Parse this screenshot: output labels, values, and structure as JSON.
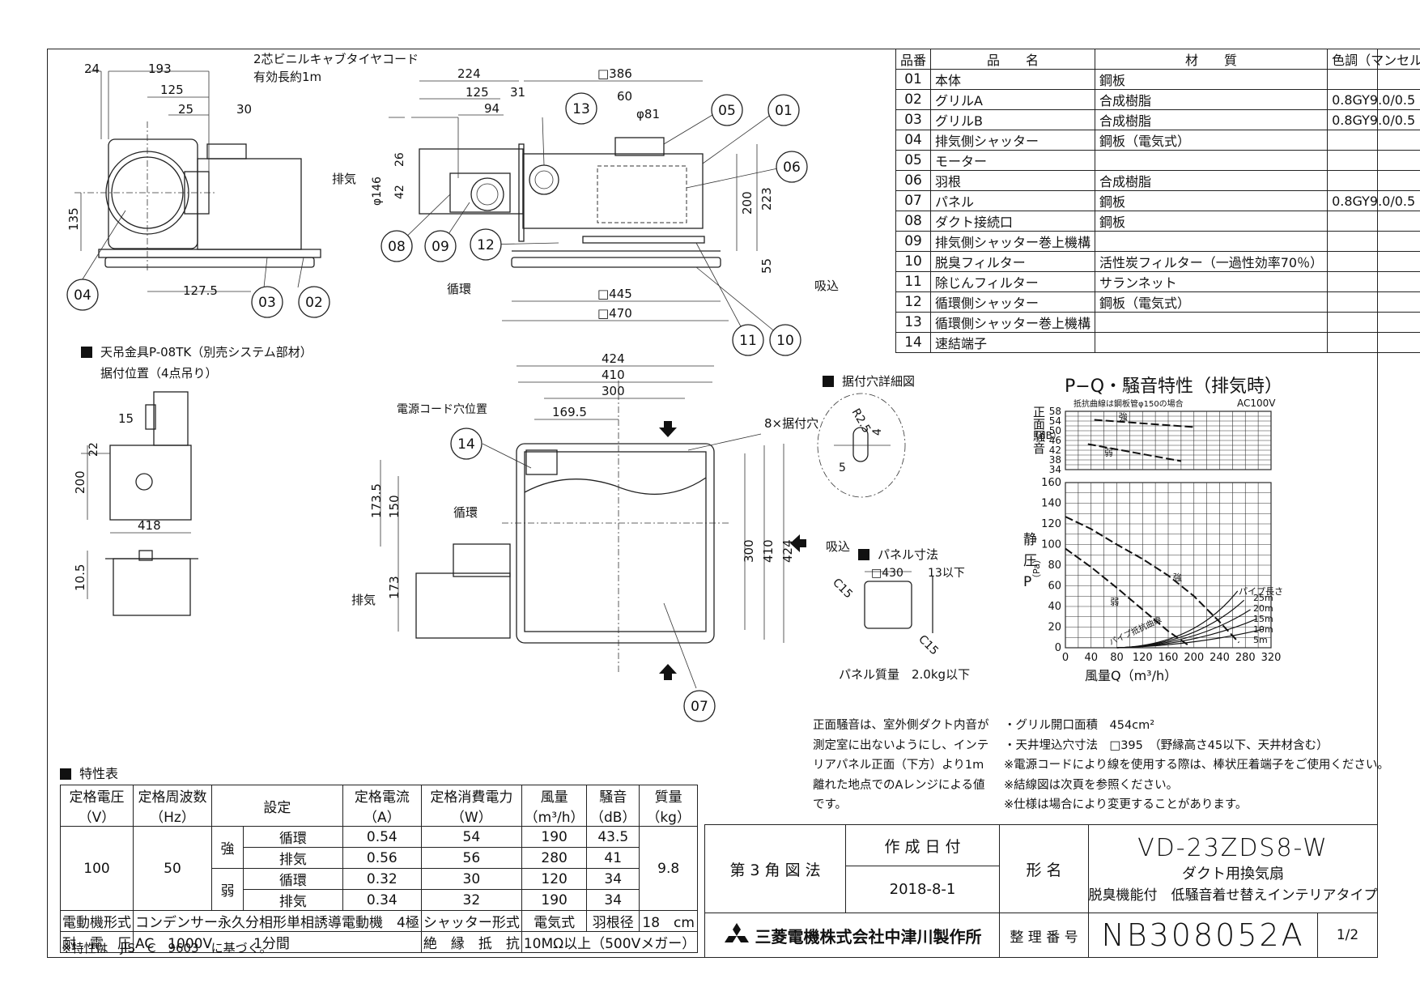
{
  "parts_table": {
    "headers": [
      "品番",
      "品　　名",
      "材　　質",
      "色調（マンセル・近）"
    ],
    "rows": [
      [
        "01",
        "本体",
        "鋼板",
        ""
      ],
      [
        "02",
        "グリルA",
        "合成樹脂",
        "0.8GY9.0/0.5"
      ],
      [
        "03",
        "グリルB",
        "合成樹脂",
        "0.8GY9.0/0.5"
      ],
      [
        "04",
        "排気側シャッター",
        "鋼板（電気式）",
        ""
      ],
      [
        "05",
        "モーター",
        "",
        ""
      ],
      [
        "06",
        "羽根",
        "合成樹脂",
        ""
      ],
      [
        "07",
        "パネル",
        "鋼板",
        "0.8GY9.0/0.5"
      ],
      [
        "08",
        "ダクト接続口",
        "鋼板",
        ""
      ],
      [
        "09",
        "排気側シャッター巻上機構",
        "",
        ""
      ],
      [
        "10",
        "脱臭フィルター",
        "活性炭フィルター（一過性効率70％）",
        ""
      ],
      [
        "11",
        "除じんフィルター",
        "サランネット",
        ""
      ],
      [
        "12",
        "循環側シャッター",
        "鋼板（電気式）",
        ""
      ],
      [
        "13",
        "循環側シャッター巻上機構",
        "",
        ""
      ],
      [
        "14",
        "速結端子",
        "",
        ""
      ]
    ]
  },
  "drawing": {
    "cord_note_1": "2芯ビニルキャブタイヤコード",
    "cord_note_2": "有効長約1m",
    "hanger_title": "天吊金具P-08TK（別売システム部材）",
    "hanger_sub": "据付位置（4点吊り）",
    "hole_detail_title": "据付穴詳細図",
    "panel_dim_title": "パネル寸法",
    "panel_weight": "パネル質量　2.0kg以下",
    "power_cord_hole": "電源コード穴位置",
    "mount_holes": "8×据付穴",
    "exhaust": "排気",
    "intake": "吸込",
    "circulation": "循環",
    "dims_top_left": [
      "24",
      "193",
      "125",
      "25",
      "30",
      "135",
      "127.5"
    ],
    "dims_top_center": [
      "224",
      "125",
      "31",
      "94",
      "□386",
      "60",
      "φ81",
      "26",
      "φ146",
      "42",
      "200",
      "223",
      "55",
      "□445",
      "□470"
    ],
    "dims_plan": [
      "424",
      "410",
      "300",
      "169.5",
      "173.5",
      "150",
      "173",
      "300",
      "410",
      "424"
    ],
    "dims_hanger": [
      "15",
      "22",
      "200",
      "418",
      "10.5"
    ],
    "dims_hole": [
      "R2.5",
      "4",
      "5"
    ],
    "dims_panel": [
      "□430",
      "13以下",
      "C15",
      "C15"
    ],
    "bubbles": [
      "01",
      "02",
      "03",
      "04",
      "05",
      "06",
      "07",
      "08",
      "09",
      "10",
      "11",
      "12",
      "13",
      "14"
    ]
  },
  "chart_data": {
    "type": "line",
    "title": "P−Q・騒音特性（排気時）",
    "subtitle": "抵抗曲線は鋼板管φ150の場合",
    "voltage": "AC100V",
    "noise_axis_label": "正面騒音",
    "noise_unit": "（dB）",
    "noise_ticks": [
      "58",
      "54",
      "50",
      "46",
      "42",
      "38",
      "34"
    ],
    "pressure_axis_label": "静圧P",
    "pressure_unit": "（Pa）",
    "pressure_ticks": [
      "160",
      "140",
      "120",
      "100",
      "80",
      "60",
      "40",
      "20",
      "0"
    ],
    "xlabel": "風量Q（m³/h）",
    "x_ticks": [
      "0",
      "40",
      "80",
      "120",
      "160",
      "200",
      "240",
      "280",
      "320"
    ],
    "xlim": [
      0,
      320
    ],
    "noise_ylim": [
      34,
      58
    ],
    "pressure_ylim": [
      0,
      160
    ],
    "series": [
      {
        "name": "強",
        "kind": "noise",
        "x": [
          45,
          200
        ],
        "y": [
          54.5,
          51.5
        ]
      },
      {
        "name": "弱",
        "kind": "noise",
        "x": [
          35,
          180
        ],
        "y": [
          44.5,
          37.5
        ]
      },
      {
        "name": "強",
        "kind": "pq",
        "x": [
          0,
          40,
          80,
          120,
          160,
          200,
          240,
          270
        ],
        "y": [
          127,
          115,
          100,
          86,
          70,
          50,
          25,
          5
        ]
      },
      {
        "name": "弱",
        "kind": "pq",
        "x": [
          0,
          40,
          80,
          120,
          160,
          190
        ],
        "y": [
          96,
          78,
          58,
          37,
          16,
          3
        ]
      }
    ],
    "resistance_label": "パイプ抵抗曲線",
    "pipe_length_label": "パイプ長さ",
    "pipe_lengths": [
      "25m",
      "20m",
      "15m",
      "10m",
      "5m"
    ]
  },
  "spec_title": "特性表",
  "spec_table": {
    "h_voltage": "定格電圧（V）",
    "h_freq": "定格周波数（Hz）",
    "h_setting": "設定",
    "h_current": "定格電流（A）",
    "h_power": "定格消費電力（W）",
    "h_airflow": "風量（m³/h）",
    "h_noise": "騒音（dB）",
    "h_mass": "質量（kg）",
    "voltage": "100",
    "freq": "50",
    "mass": "9.8",
    "strong": "強",
    "weak": "弱",
    "rows": [
      [
        "循環",
        "0.54",
        "54",
        "190",
        "43.5"
      ],
      [
        "排気",
        "0.56",
        "56",
        "280",
        "41"
      ],
      [
        "循環",
        "0.32",
        "30",
        "120",
        "34"
      ],
      [
        "排気",
        "0.34",
        "32",
        "190",
        "34"
      ]
    ],
    "motor_label": "電動機形式",
    "motor_value": "コンデンサー永久分相形単相誘導電動機　4極",
    "shutter_label": "シャッター形式",
    "shutter_value": "電気式",
    "fan_label": "羽根径",
    "fan_value": "18　cm",
    "withstand_label": "耐　電　圧",
    "withstand_value": "AC　1000V　　　1分間",
    "insulation_label": "絶　縁　抵　抗",
    "insulation_value": "10MΩ以上（500Vメガー）",
    "footnote": "※特性は　JIS　C　9603　に基づく。"
  },
  "notes_left": [
    "正面騒音は、室外側ダクト内音が",
    "測定室に出ないようにし、インテ",
    "リアパネル正面（下方）より1m",
    "離れた地点でのAレンジによる値",
    "です。"
  ],
  "notes_right": [
    "・グリル開口面積　454cm²",
    "・天井埋込穴寸法　□395　（野縁高さ45以下、天井材含む）",
    "※電源コードにより線を使用する際は、棒状圧着端子をご使用ください。",
    "※結線図は次頁を参照ください。",
    "※仕様は場合により変更することがあります。"
  ],
  "title_block": {
    "projection": "第 3 角 図 法",
    "date_label": "作 成 日 付",
    "date": "2018-8-1",
    "model_label": "形 名",
    "model": "VD-23ZDS8-W",
    "product_line1": "ダクト用換気扇",
    "product_line2": "脱臭機能付　低騒音着せ替えインテリアタイプ",
    "company": "三菱電機株式会社中津川製作所",
    "number_label": "整 理 番 号",
    "number": "NB308052A",
    "sheet": "1/2"
  }
}
